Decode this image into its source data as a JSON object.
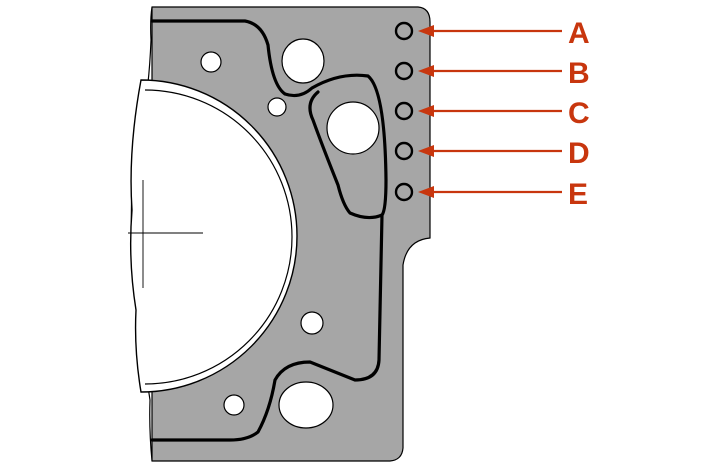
{
  "colors": {
    "gasket_fill": "#a6a6a6",
    "outline": "#000000",
    "bore": "#ffffff",
    "callout": "#c8360e"
  },
  "callouts": [
    {
      "letter": "A"
    },
    {
      "letter": "B"
    },
    {
      "letter": "C"
    },
    {
      "letter": "D"
    },
    {
      "letter": "E"
    }
  ]
}
